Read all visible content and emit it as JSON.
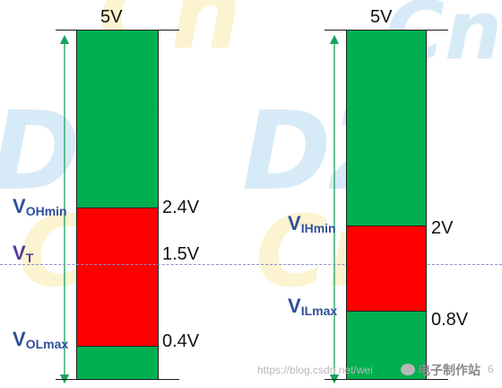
{
  "watermark": {
    "text_1": "DZ",
    "text_2": "Cn"
  },
  "left_diagram": {
    "top_label": "5V",
    "voh": {
      "base": "V",
      "sub": "OHmin",
      "value": "2.4V"
    },
    "vt": {
      "base": "V",
      "sub": "T",
      "value": "1.5V"
    },
    "vol": {
      "base": "V",
      "sub": "OLmax",
      "value": "0.4V"
    }
  },
  "right_diagram": {
    "top_label": "5V",
    "vih": {
      "base": "V",
      "sub": "IHmin",
      "value": "2V"
    },
    "vil": {
      "base": "V",
      "sub": "ILmax",
      "value": "0.8V"
    }
  },
  "footer": {
    "url": "https://blog.csdn.net/wei",
    "brand": "电子制作站",
    "trail": "6"
  },
  "colors": {
    "green": "#00b050",
    "red": "#ff0000",
    "label_blue": "#2f4f9a",
    "arrow_green": "#1aa35a",
    "dashed": "#8a8fd0"
  }
}
